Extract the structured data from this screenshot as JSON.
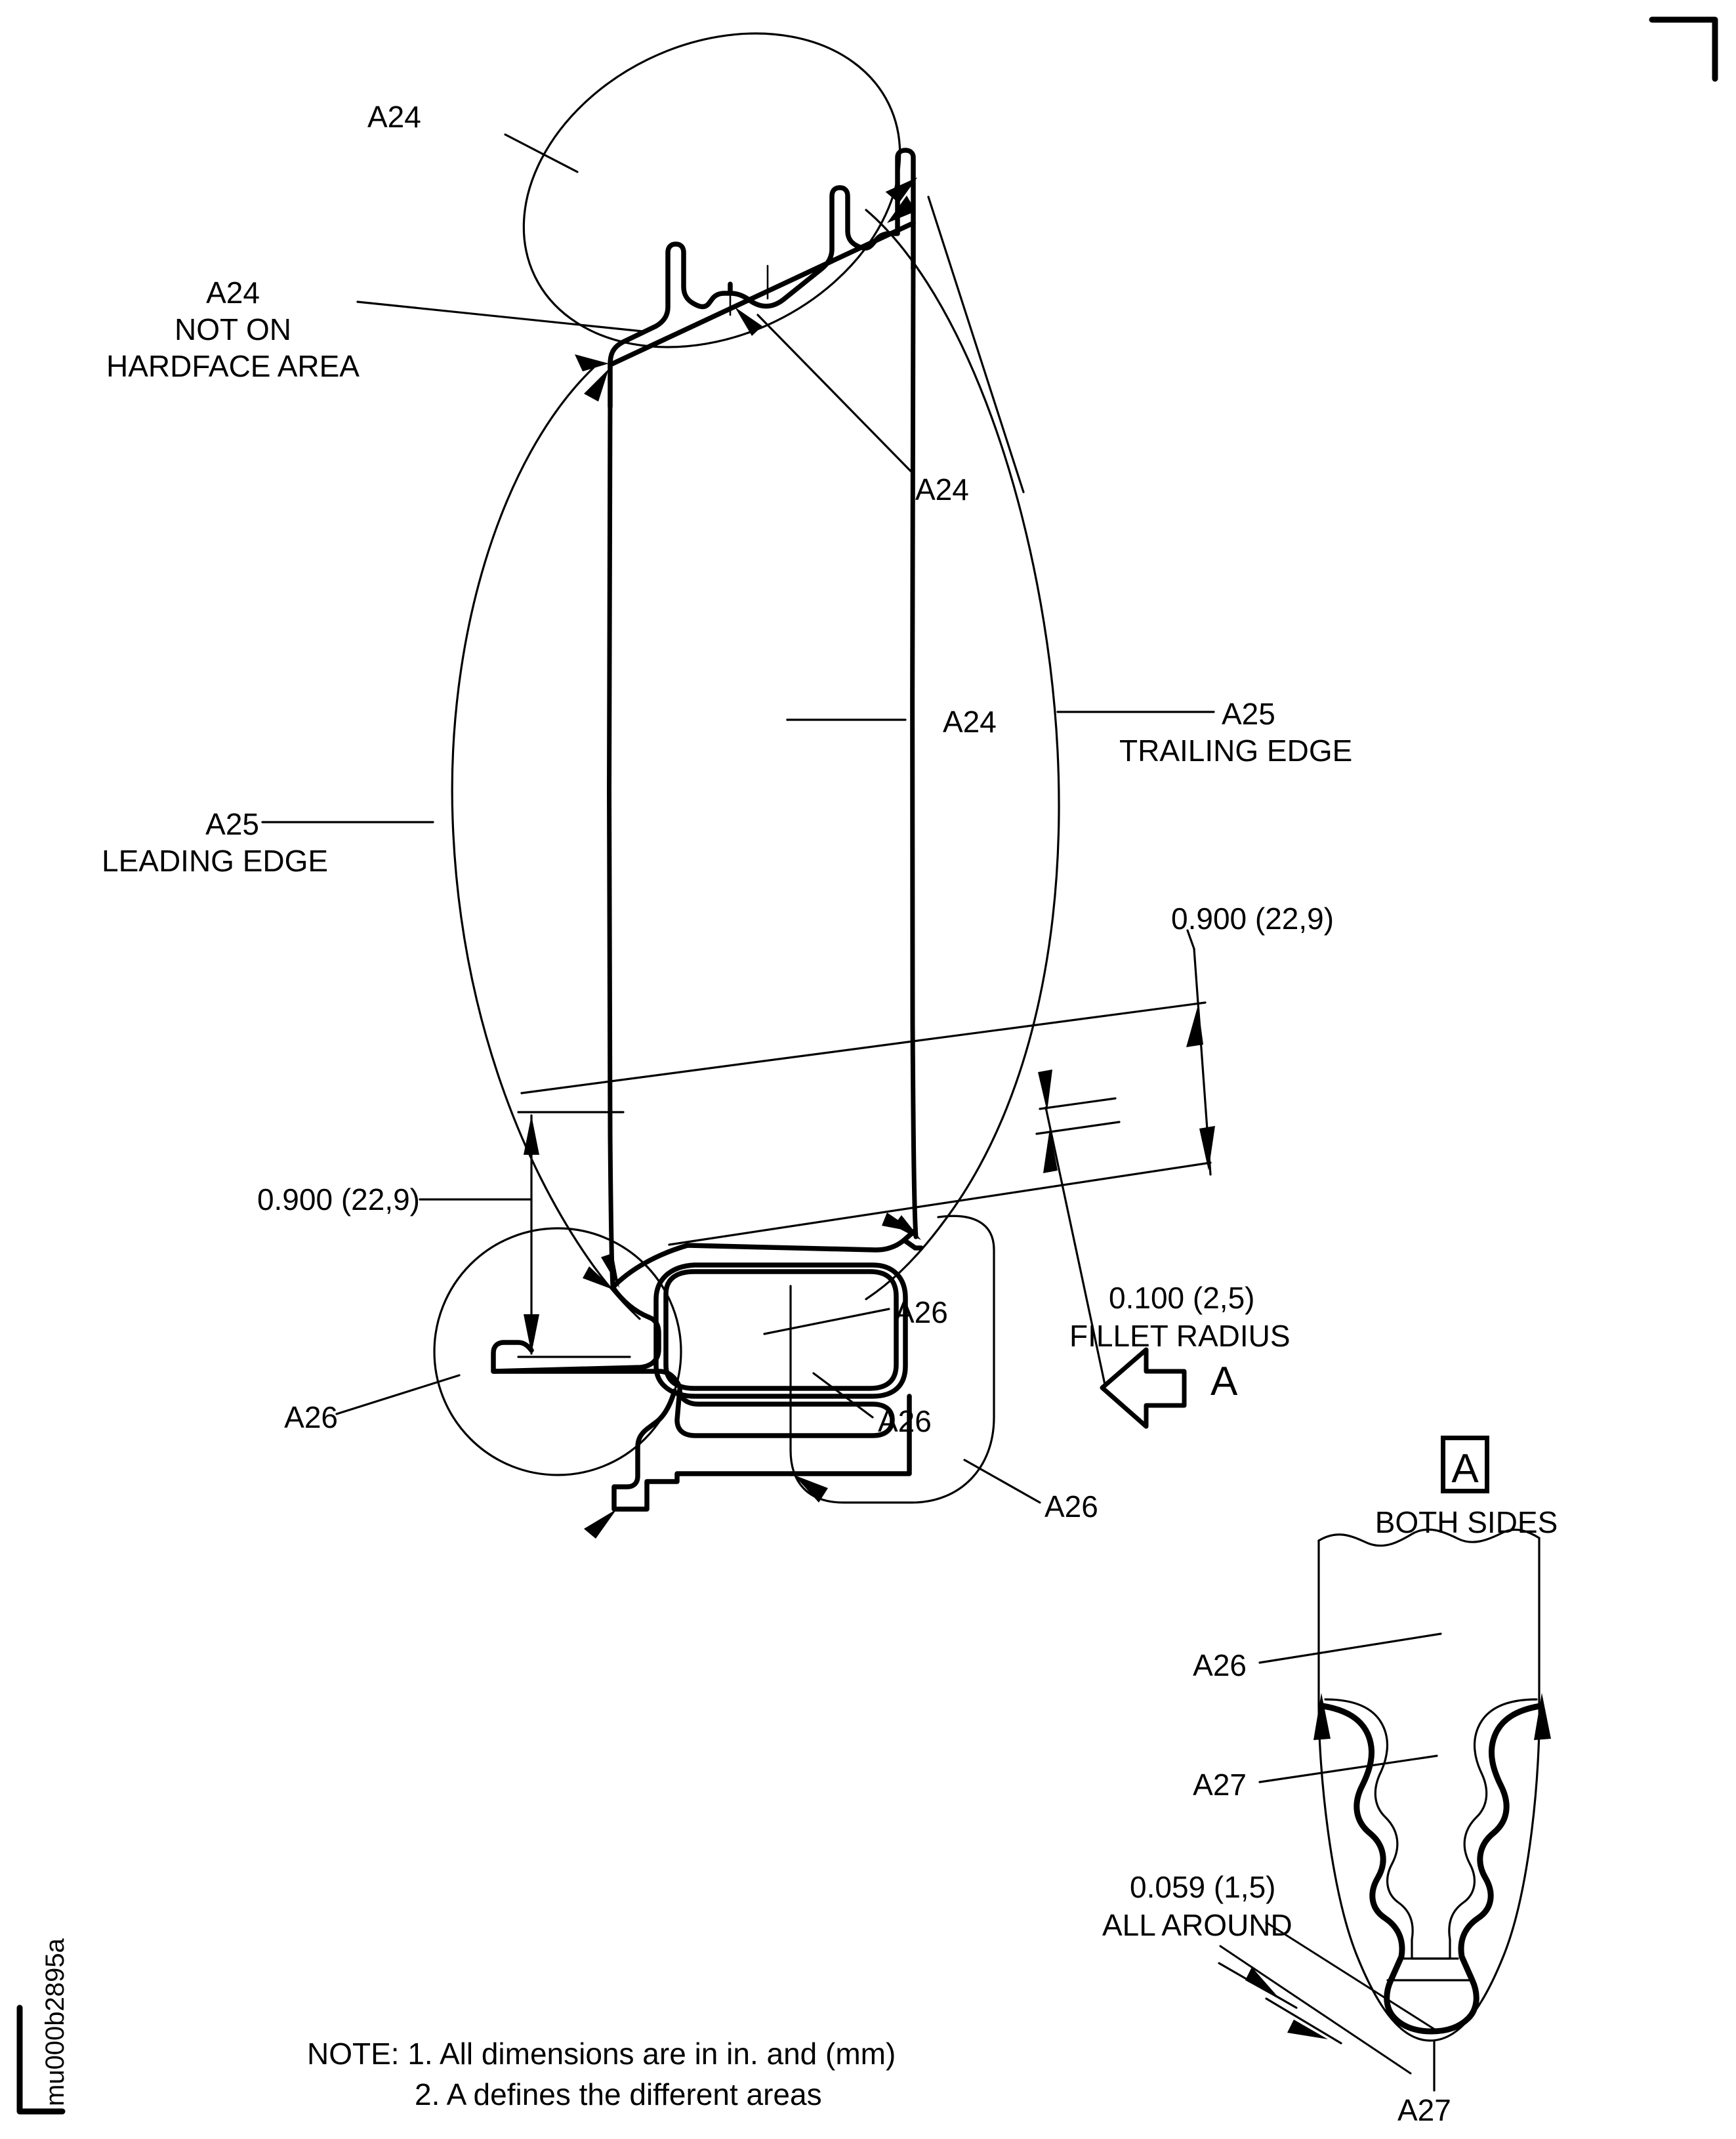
{
  "drawing": {
    "id_text": "mu000b2895a",
    "title_none": "",
    "labels": {
      "a24_tip_outer": "A24",
      "a24_not_on_hardface_line1": "A24",
      "a24_not_on_hardface_line2": "NOT ON",
      "a24_not_on_hardface_line3": "HARDFACE AREA",
      "a24_shroud_under": "A24",
      "a24_airfoil": "A24",
      "a25_leading_line1": "A25",
      "a25_leading_line2": "LEADING EDGE",
      "a25_trailing_line1": "A25",
      "a25_trailing_line2": "TRAILING EDGE",
      "dim_platform_right": "0.900 (22,9)",
      "dim_platform_left": "0.900 (22,9)",
      "dim_fillet_value": "0.100 (2,5)",
      "dim_fillet_caption": "FILLET RADIUS",
      "a26_inner_cavity": "A26",
      "a26_lower_rail": "A26",
      "a26_left_circle": "A26",
      "a26_right_circle": "A26",
      "view_arrow_letter": "A",
      "view_box_letter": "A",
      "view_box_caption": "BOTH SIDES",
      "a26_detail": "A26",
      "a27_detail_upper": "A27",
      "a27_detail_lower": "A27",
      "dim_coating_value": "0.059 (1,5)",
      "dim_coating_caption": "ALL AROUND"
    },
    "notes": {
      "line1": "NOTE: 1. All dimensions are in in. and (mm)",
      "line2": "2. A defines the different areas"
    },
    "colors": {
      "ink": "#000000",
      "paper": "#ffffff"
    }
  }
}
